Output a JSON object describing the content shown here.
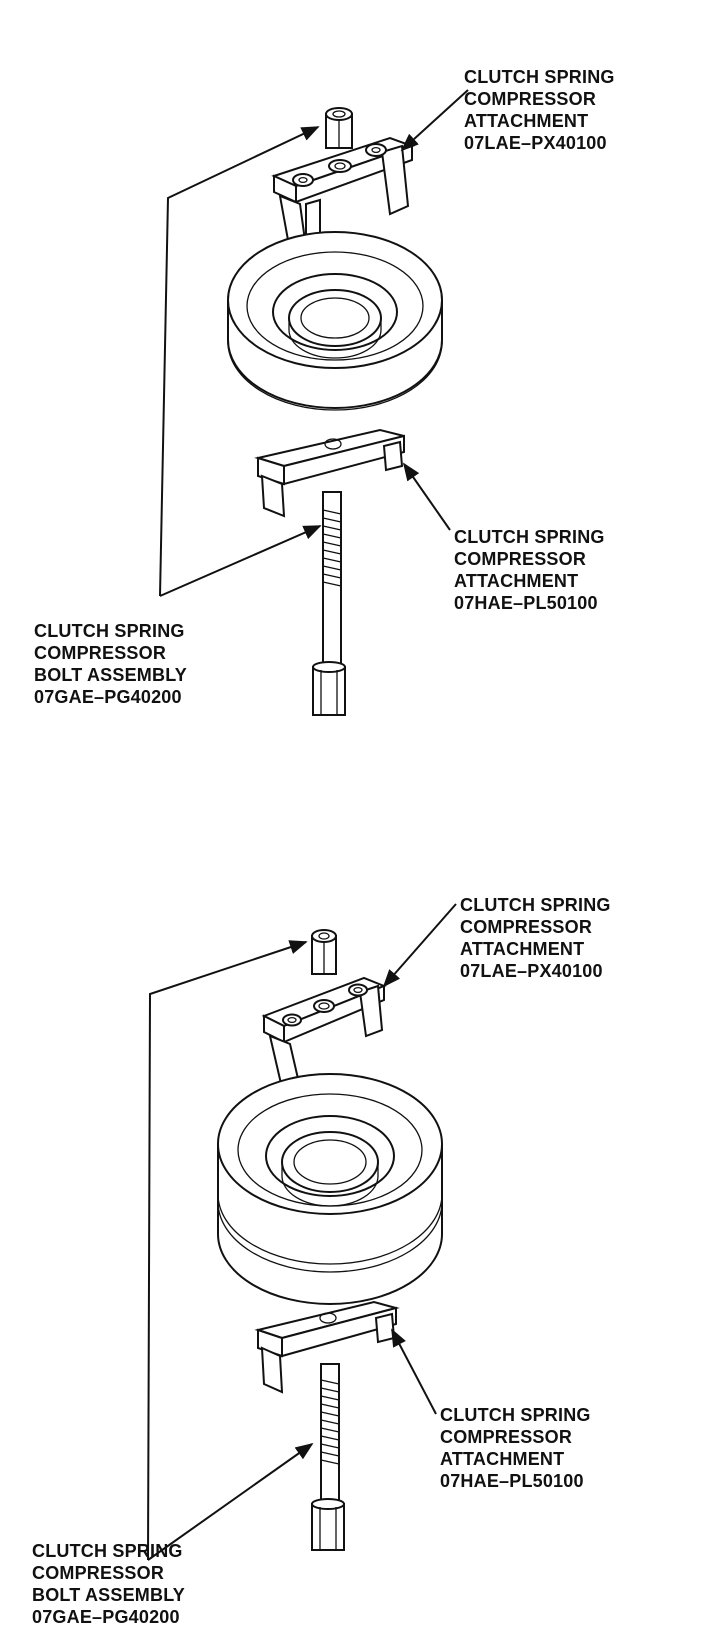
{
  "panels": [
    {
      "labels": {
        "top_attachment": [
          "CLUTCH SPRING",
          "COMPRESSOR",
          "ATTACHMENT",
          "07LAE–PX40100"
        ],
        "bottom_attachment": [
          "CLUTCH SPRING",
          "COMPRESSOR",
          "ATTACHMENT",
          "07HAE–PL50100"
        ],
        "bolt_assembly": [
          "CLUTCH SPRING",
          "COMPRESSOR",
          "BOLT ASSEMBLY",
          "07GAE–PG40200"
        ]
      }
    },
    {
      "labels": {
        "top_attachment": [
          "CLUTCH SPRING",
          "COMPRESSOR",
          "ATTACHMENT",
          "07LAE–PX40100"
        ],
        "bottom_attachment": [
          "CLUTCH SPRING",
          "COMPRESSOR",
          "ATTACHMENT",
          "07HAE–PL50100"
        ],
        "bolt_assembly": [
          "CLUTCH SPRING",
          "COMPRESSOR",
          "BOLT ASSEMBLY",
          "07GAE–PG40200"
        ]
      }
    }
  ]
}
